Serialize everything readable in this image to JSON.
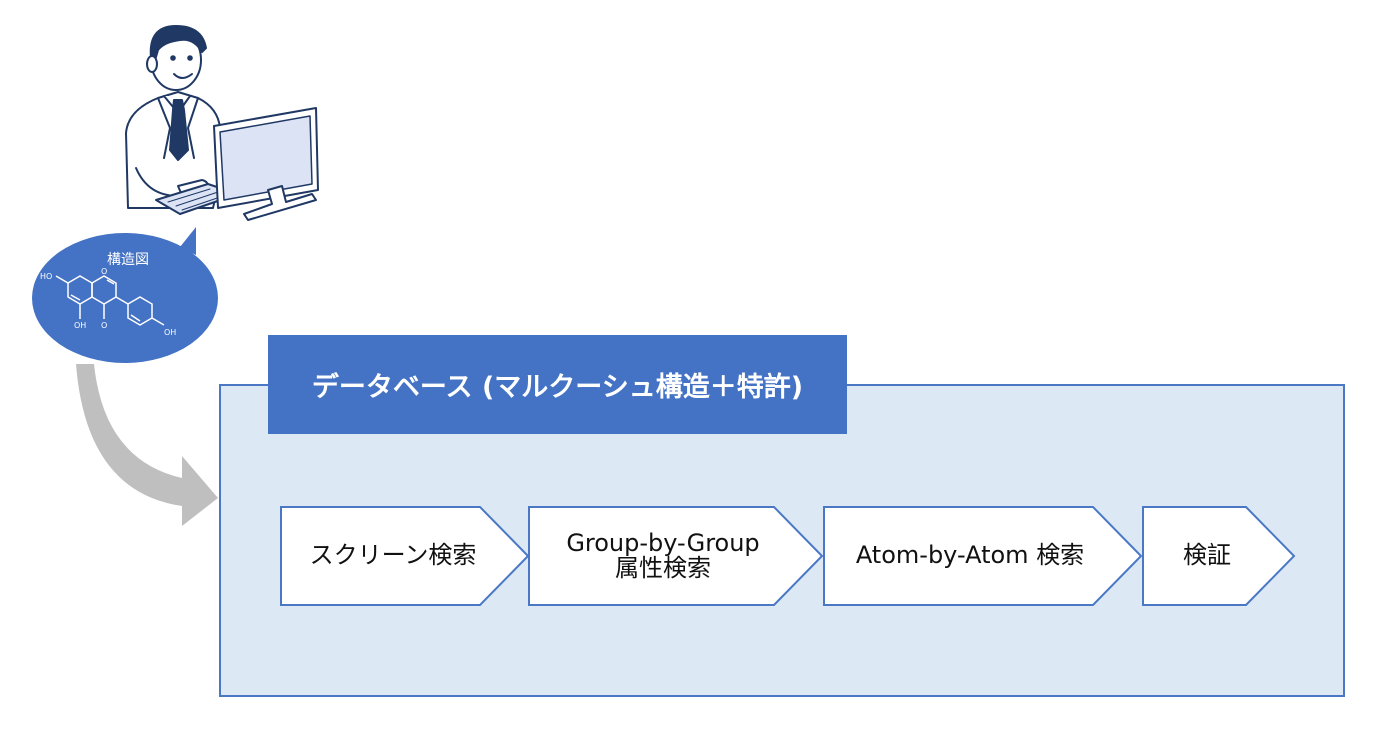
{
  "bubble": {
    "label": "構造図"
  },
  "molecule": {
    "labels": [
      "HO",
      "O",
      "O",
      "OH",
      "OH"
    ]
  },
  "database": {
    "title": "データベース (マルクーシュ構造＋特許)"
  },
  "steps": [
    {
      "label": "スクリーン検索"
    },
    {
      "line1": "Group-by-Group",
      "line2": "属性検索"
    },
    {
      "label": "Atom-by-Atom 検索"
    },
    {
      "label": "検証"
    }
  ],
  "colors": {
    "accent": "#4472c4",
    "panel": "#dde8f5",
    "panel_border": "#4a78c4",
    "arrow": "#bfbfbf",
    "outline": "#1f3864"
  }
}
